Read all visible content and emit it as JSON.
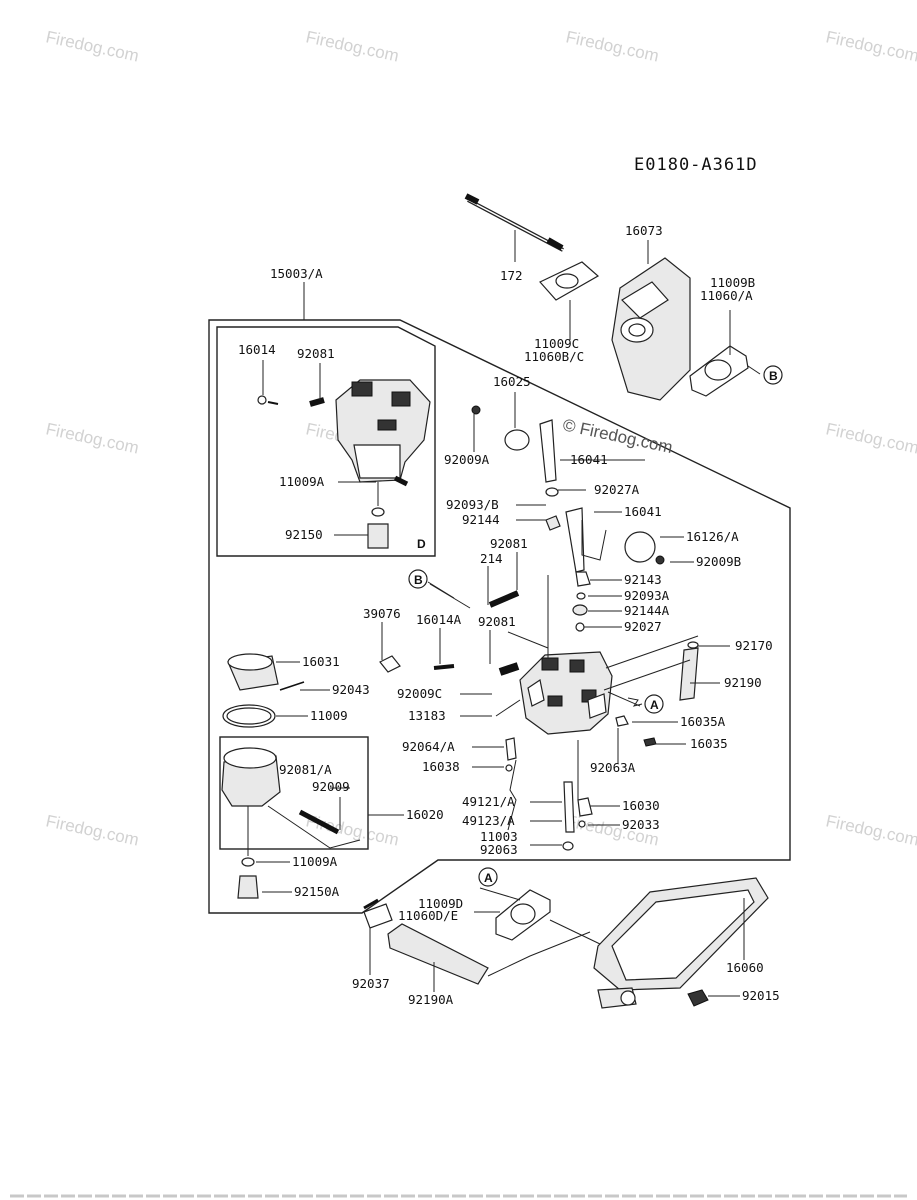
{
  "diagram_code": "E0180-A361D",
  "watermarks": {
    "brand": "Firedog.com",
    "center": "© Firedog.com"
  },
  "group_label": "15003/A",
  "box_marks": [
    "D"
  ],
  "ref_markers": [
    "A",
    "B"
  ],
  "parts": [
    "172",
    "16073",
    "11009B",
    "11060/A",
    "11009C",
    "11060B/C",
    "16014",
    "92081",
    "11009A",
    "92150",
    "16025",
    "92009A",
    "16041",
    "92027A",
    "92093/B",
    "92144",
    "16126/A",
    "92009B",
    "214",
    "92143",
    "92093A",
    "92144A",
    "92027",
    "39076",
    "16014A",
    "92170",
    "16031",
    "92043",
    "92190",
    "92009C",
    "13183",
    "16035A",
    "11009",
    "16035",
    "92064/A",
    "16038",
    "92063A",
    "92081/A",
    "92009",
    "16020",
    "49121/A",
    "16030",
    "49123/A",
    "92033",
    "11003",
    "92063",
    "11009A",
    "92150A",
    "11009D",
    "11060D/E",
    "16060",
    "92037",
    "92190A",
    "92015"
  ]
}
